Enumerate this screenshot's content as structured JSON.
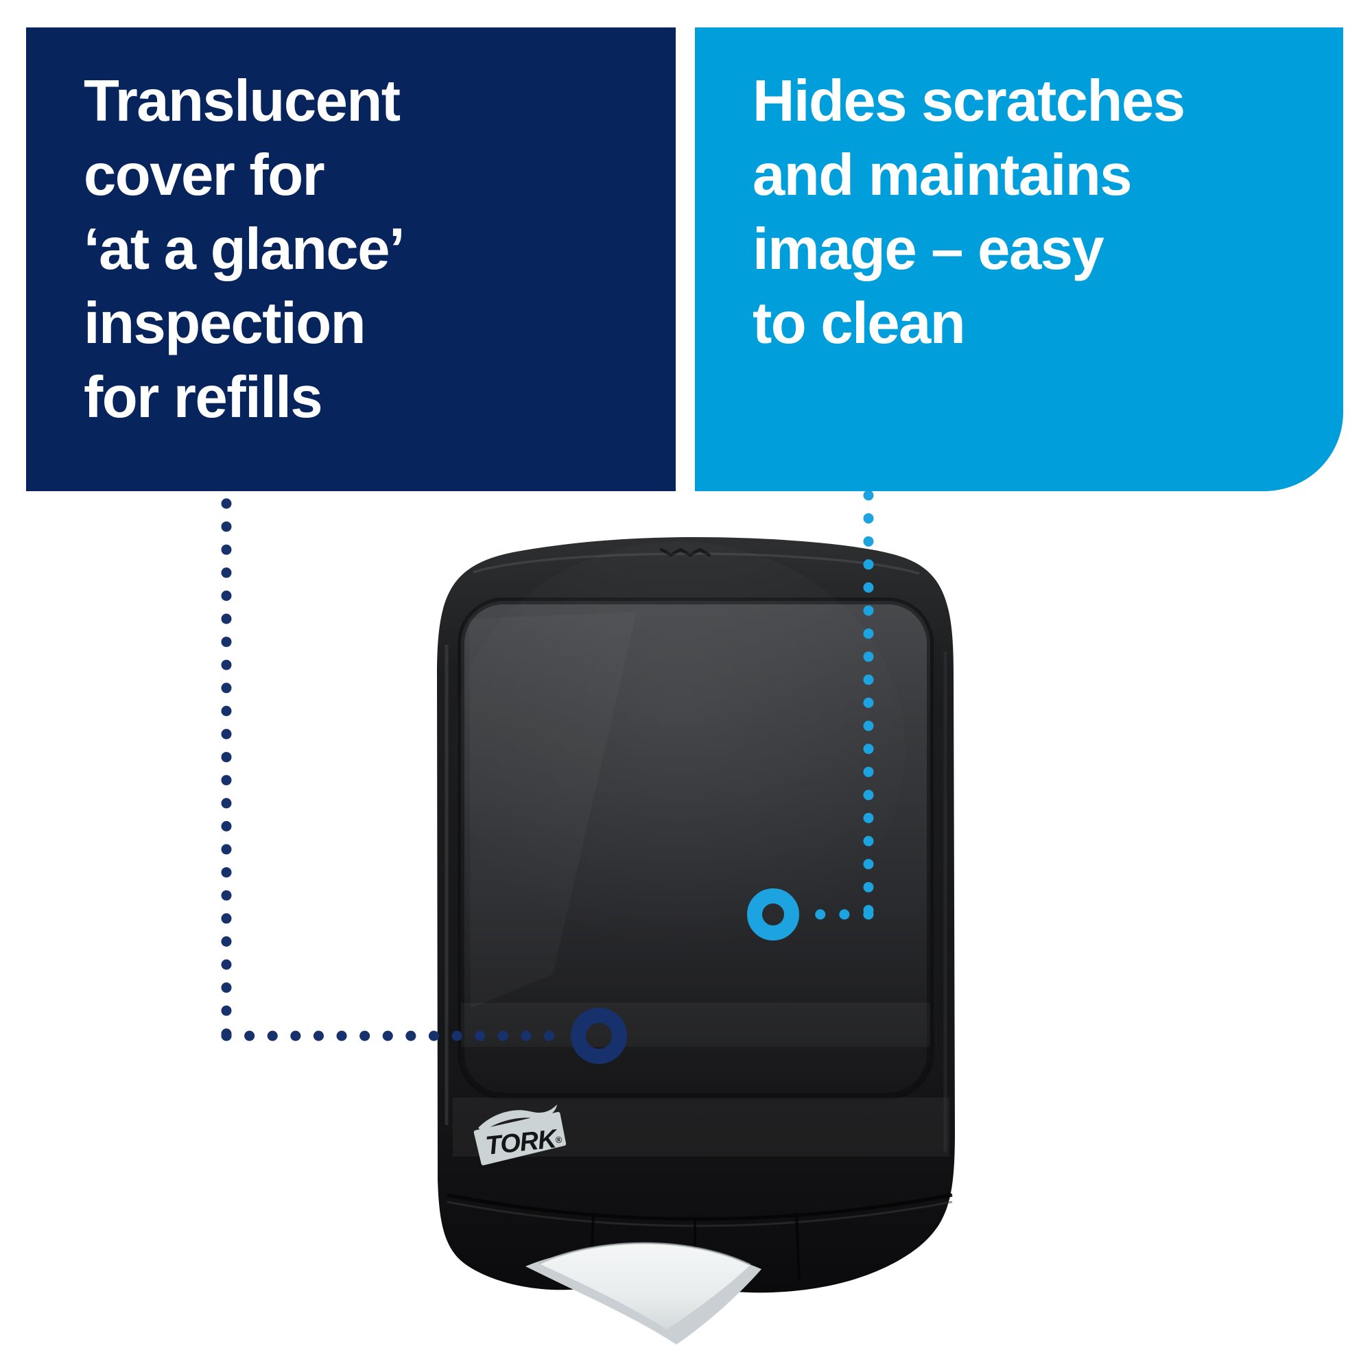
{
  "image_type": "product-feature-infographic",
  "colors": {
    "background": "#ffffff",
    "navy": "#07245C",
    "navy-dots": "#17316C",
    "blue": "#009EDB",
    "blue-dots": "#1CA3E0",
    "text": "#FFFFFF"
  },
  "callout_left": {
    "text": "Translucent\ncover for\n‘at a glance’\ninspection\nfor refills"
  },
  "callout_right": {
    "text": "Hides scratches\nand maintains\nimage – easy\nto clean"
  },
  "product": {
    "brand": "TORK",
    "registered_mark": "®"
  }
}
